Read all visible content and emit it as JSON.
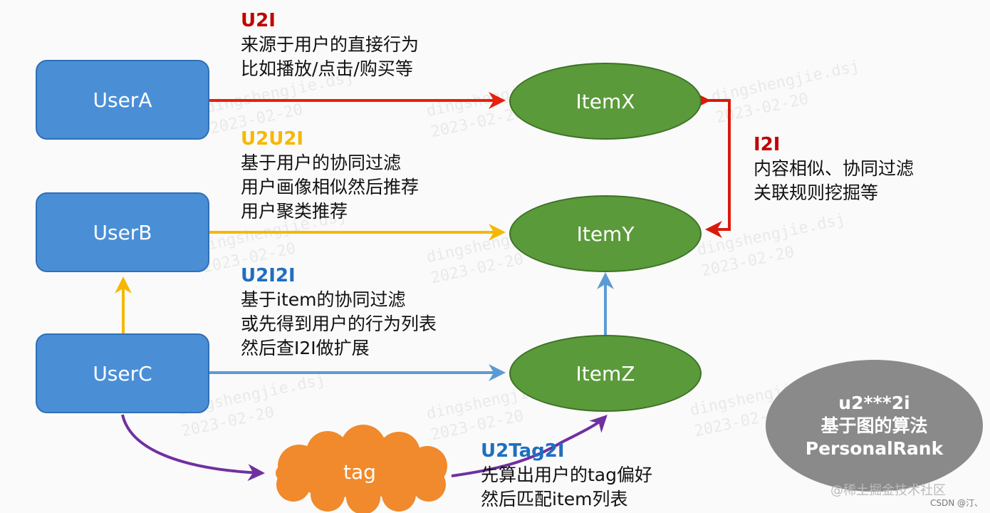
{
  "users": {
    "a": "UserA",
    "b": "UserB",
    "c": "UserC"
  },
  "items": {
    "x": "ItemX",
    "y": "ItemY",
    "z": "ItemZ"
  },
  "tag": "tag",
  "rank": {
    "line1": "u2***2i",
    "line2": "基于图的算法",
    "line3": "PersonalRank"
  },
  "labels": {
    "u2i": {
      "title": "U2I",
      "lines": [
        "来源于用户的直接行为",
        "比如播放/点击/购买等"
      ]
    },
    "u2u2i": {
      "title": "U2U2I",
      "lines": [
        "基于用户的协同过滤",
        "用户画像相似然后推荐",
        "用户聚类推荐"
      ]
    },
    "u2i2i": {
      "title": "U2I2I",
      "lines": [
        "基于item的协同过滤",
        "或先得到用户的行为列表",
        "然后查I2I做扩展"
      ]
    },
    "i2i": {
      "title": "I2I",
      "lines": [
        "内容相似、协同过滤",
        "关联规则挖掘等"
      ]
    },
    "u2tag2i": {
      "title": "U2Tag2I",
      "lines": [
        "先算出用户的tag偏好",
        "然后匹配item列表"
      ]
    }
  },
  "watermark": {
    "line1": "dingshengjie.dsj",
    "line2": "2023-02-20"
  },
  "footer": {
    "community": "@稀土掘金技术社区",
    "csdn": "CSDN @汀、"
  },
  "colors": {
    "u2i": "#e8200c",
    "u2u2i": "#f5b800",
    "u2i2i": "#5b9bd5",
    "i2i": "#d91a0c",
    "u2tag2i": "#7030a0",
    "title_red": "#c00000",
    "title_yellow": "#f5b800",
    "title_blue": "#1f6fbf"
  }
}
